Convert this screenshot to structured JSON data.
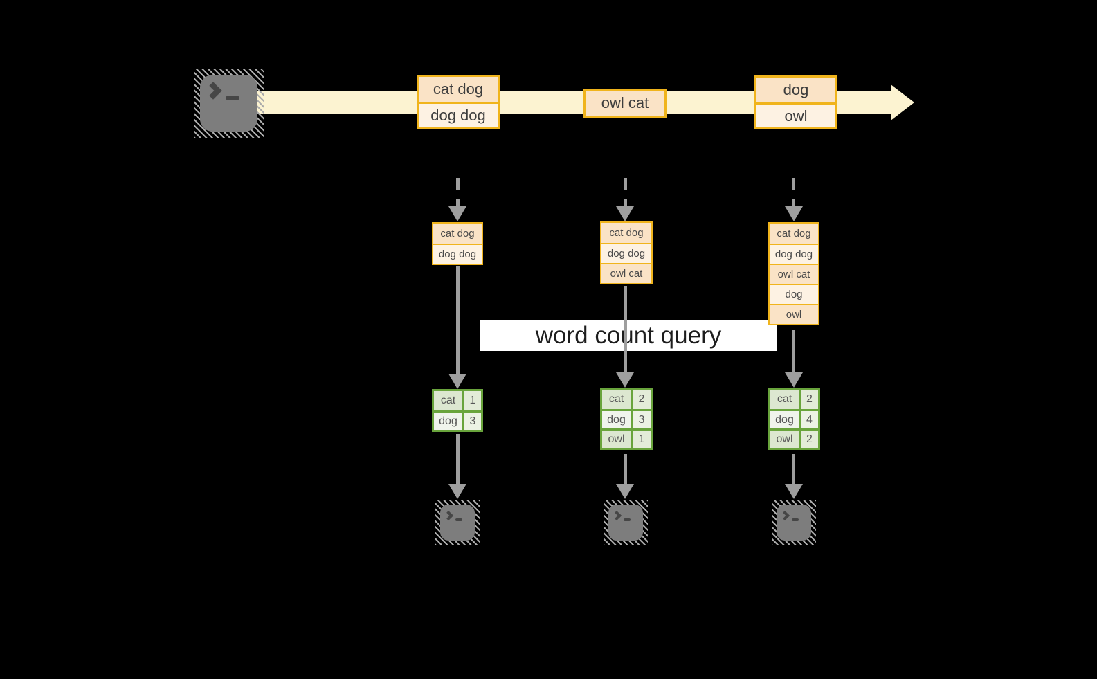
{
  "query": {
    "label": "word count query"
  },
  "stream": {
    "batches": [
      {
        "lines": [
          "cat dog",
          "dog dog"
        ]
      },
      {
        "lines": [
          "owl cat"
        ]
      },
      {
        "lines": [
          "dog",
          "owl"
        ]
      }
    ]
  },
  "columns": [
    {
      "input": [
        "cat dog",
        "dog dog"
      ],
      "counts": [
        {
          "word": "cat",
          "count": 1
        },
        {
          "word": "dog",
          "count": 3
        }
      ]
    },
    {
      "input": [
        "cat dog",
        "dog dog",
        "owl cat"
      ],
      "counts": [
        {
          "word": "cat",
          "count": 2
        },
        {
          "word": "dog",
          "count": 3
        },
        {
          "word": "owl",
          "count": 1
        }
      ]
    },
    {
      "input": [
        "cat dog",
        "dog dog",
        "owl cat",
        "dog",
        "owl"
      ],
      "counts": [
        {
          "word": "cat",
          "count": 2
        },
        {
          "word": "dog",
          "count": 4
        },
        {
          "word": "owl",
          "count": 2
        }
      ]
    }
  ],
  "icons": {
    "source": "terminal-icon",
    "sinks": [
      "terminal-icon",
      "terminal-icon",
      "terminal-icon"
    ]
  },
  "colors": {
    "background": "#000000",
    "stream_band": "#fcf3d1",
    "record_border": "#f0b41c",
    "record_fill_dark": "#fae3c6",
    "record_fill_light": "#fdf2e3",
    "table_border": "#69a43c",
    "table_fill_dark": "#dce7d0",
    "table_fill_light": "#f0f4ec",
    "arrow_gray": "#9e9e9e",
    "terminal_gray": "#7d7d7d",
    "query_banner": "#ffffff"
  }
}
